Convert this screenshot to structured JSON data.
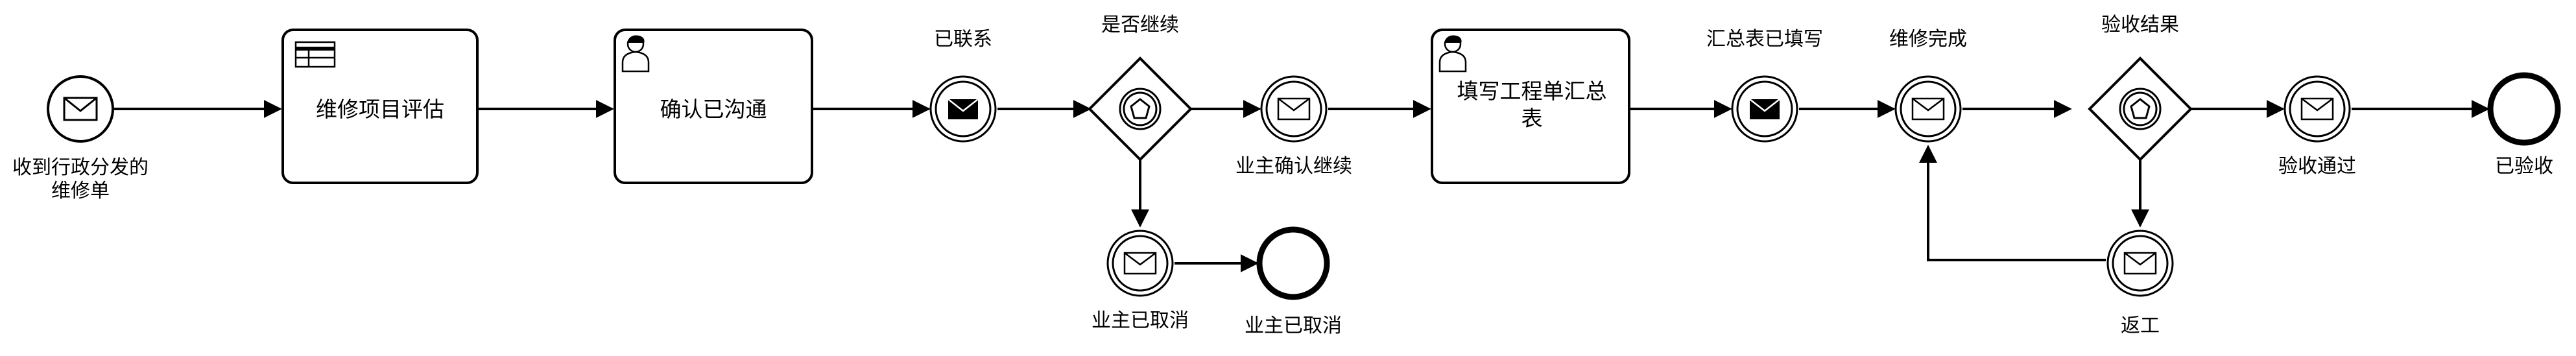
{
  "diagram": {
    "start_event": {
      "label_line1": "收到行政分发的",
      "label_line2": "维修单"
    },
    "task_assess": {
      "label": "维修项目评估"
    },
    "task_confirm_comm": {
      "label": "确认已沟通"
    },
    "event_contacted": {
      "label": "已联系"
    },
    "gateway_continue": {
      "label": "是否继续"
    },
    "event_owner_continue": {
      "label": "业主确认继续"
    },
    "event_owner_cancel": {
      "label": "业主已取消"
    },
    "end_cancelled": {
      "label": "业主已取消"
    },
    "task_fill_form": {
      "label_line1": "填写工程单汇总",
      "label_line2": "表"
    },
    "event_summary_filled": {
      "label": "汇总表已填写"
    },
    "event_repair_done": {
      "label": "维修完成"
    },
    "gateway_result": {
      "label": "验收结果"
    },
    "event_rework": {
      "label": "返工"
    },
    "event_passed": {
      "label": "验收通过"
    },
    "end_accepted": {
      "label": "已验收"
    }
  }
}
